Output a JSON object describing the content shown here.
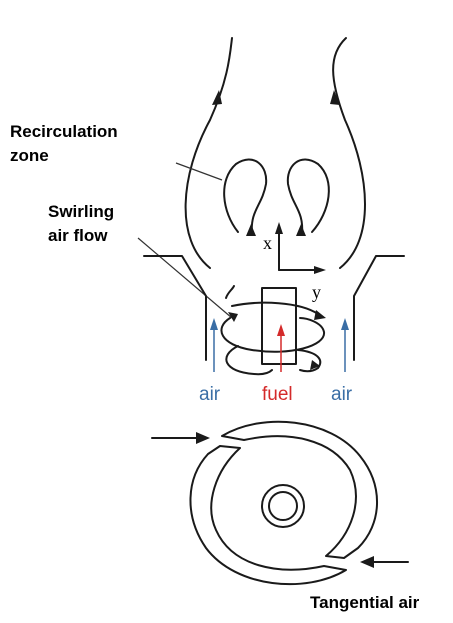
{
  "labels": {
    "recirculation_line1": "Recirculation",
    "recirculation_line2": "zone",
    "swirling_line1": "Swirling",
    "swirling_line2": "air flow",
    "air_left": "air",
    "fuel": "fuel",
    "air_right": "air",
    "axis_x": "x",
    "axis_y": "y",
    "tangential": "Tangential air"
  },
  "colors": {
    "air": "#3a6ea5",
    "fuel": "#d42a2a",
    "stroke": "#1a1a1a"
  }
}
